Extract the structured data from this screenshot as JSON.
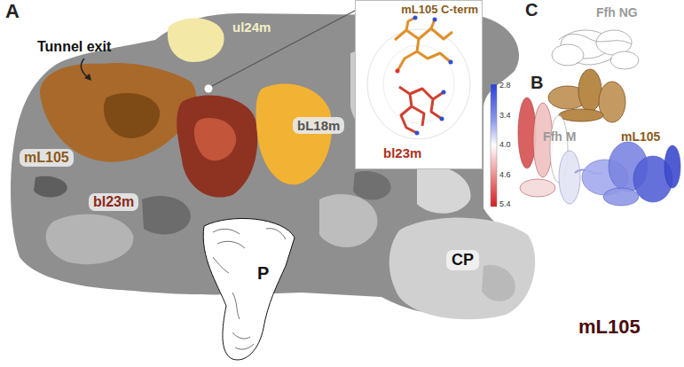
{
  "diagram": {
    "nodes": [
      {
        "text": [
          "mL105 C-term",
          "bl23m"
        ]
      },
      {
        "text": [
          "bL18m"
        ]
      },
      {
        "text": [
          "mL105"
        ]
      },
      {
        "text": [
          "bl23m"
        ]
      },
      {
        "text": [
          "CP"
        ]
      }
    ],
    "labels": [
      "A",
      "Tunnel exit",
      "ul24m",
      "C",
      "Ffh NG",
      "B",
      "2.8",
      "3.4",
      "4.0",
      "4.6",
      "5.4",
      "Ffh M",
      "mL105",
      "P",
      "mL105"
    ]
  }
}
